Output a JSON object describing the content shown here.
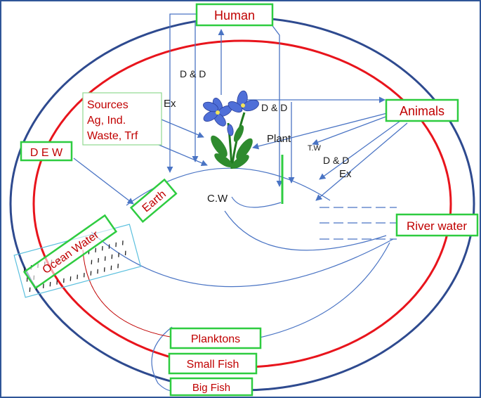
{
  "colors": {
    "frame": "#2f5597",
    "outer_ring": "#2e4a8f",
    "inner_ring": "#e8141c",
    "box_border": "#2ecc40",
    "sources_border": "#8fd88f",
    "arrow": "#4a74c4",
    "label_red": "#c00000",
    "ocean_box": "#5bc0de"
  },
  "nodes": {
    "human": "Human",
    "animals": "Animals",
    "river_water": "River water",
    "dew": "D E W",
    "earth": "Earth",
    "ocean_water": "Ocean Water",
    "planktons": "Planktons",
    "small_fish": "Small Fish",
    "big_fish": "Big Fish",
    "sources_line1": "Sources",
    "sources_line2": "Ag, Ind.",
    "sources_line3": "Waste, Trf"
  },
  "labels": {
    "dd_left": "D & D",
    "ex_left": "Ex",
    "dd_plant": "D & D",
    "plant": "Plant",
    "tw": "T.W",
    "dd_right": "D & D",
    "ex_right": "Ex",
    "cw": "C.W"
  },
  "icons": {
    "flower": "blue-flower-plant-icon",
    "ocean_marks": "wave-marks-icon"
  }
}
